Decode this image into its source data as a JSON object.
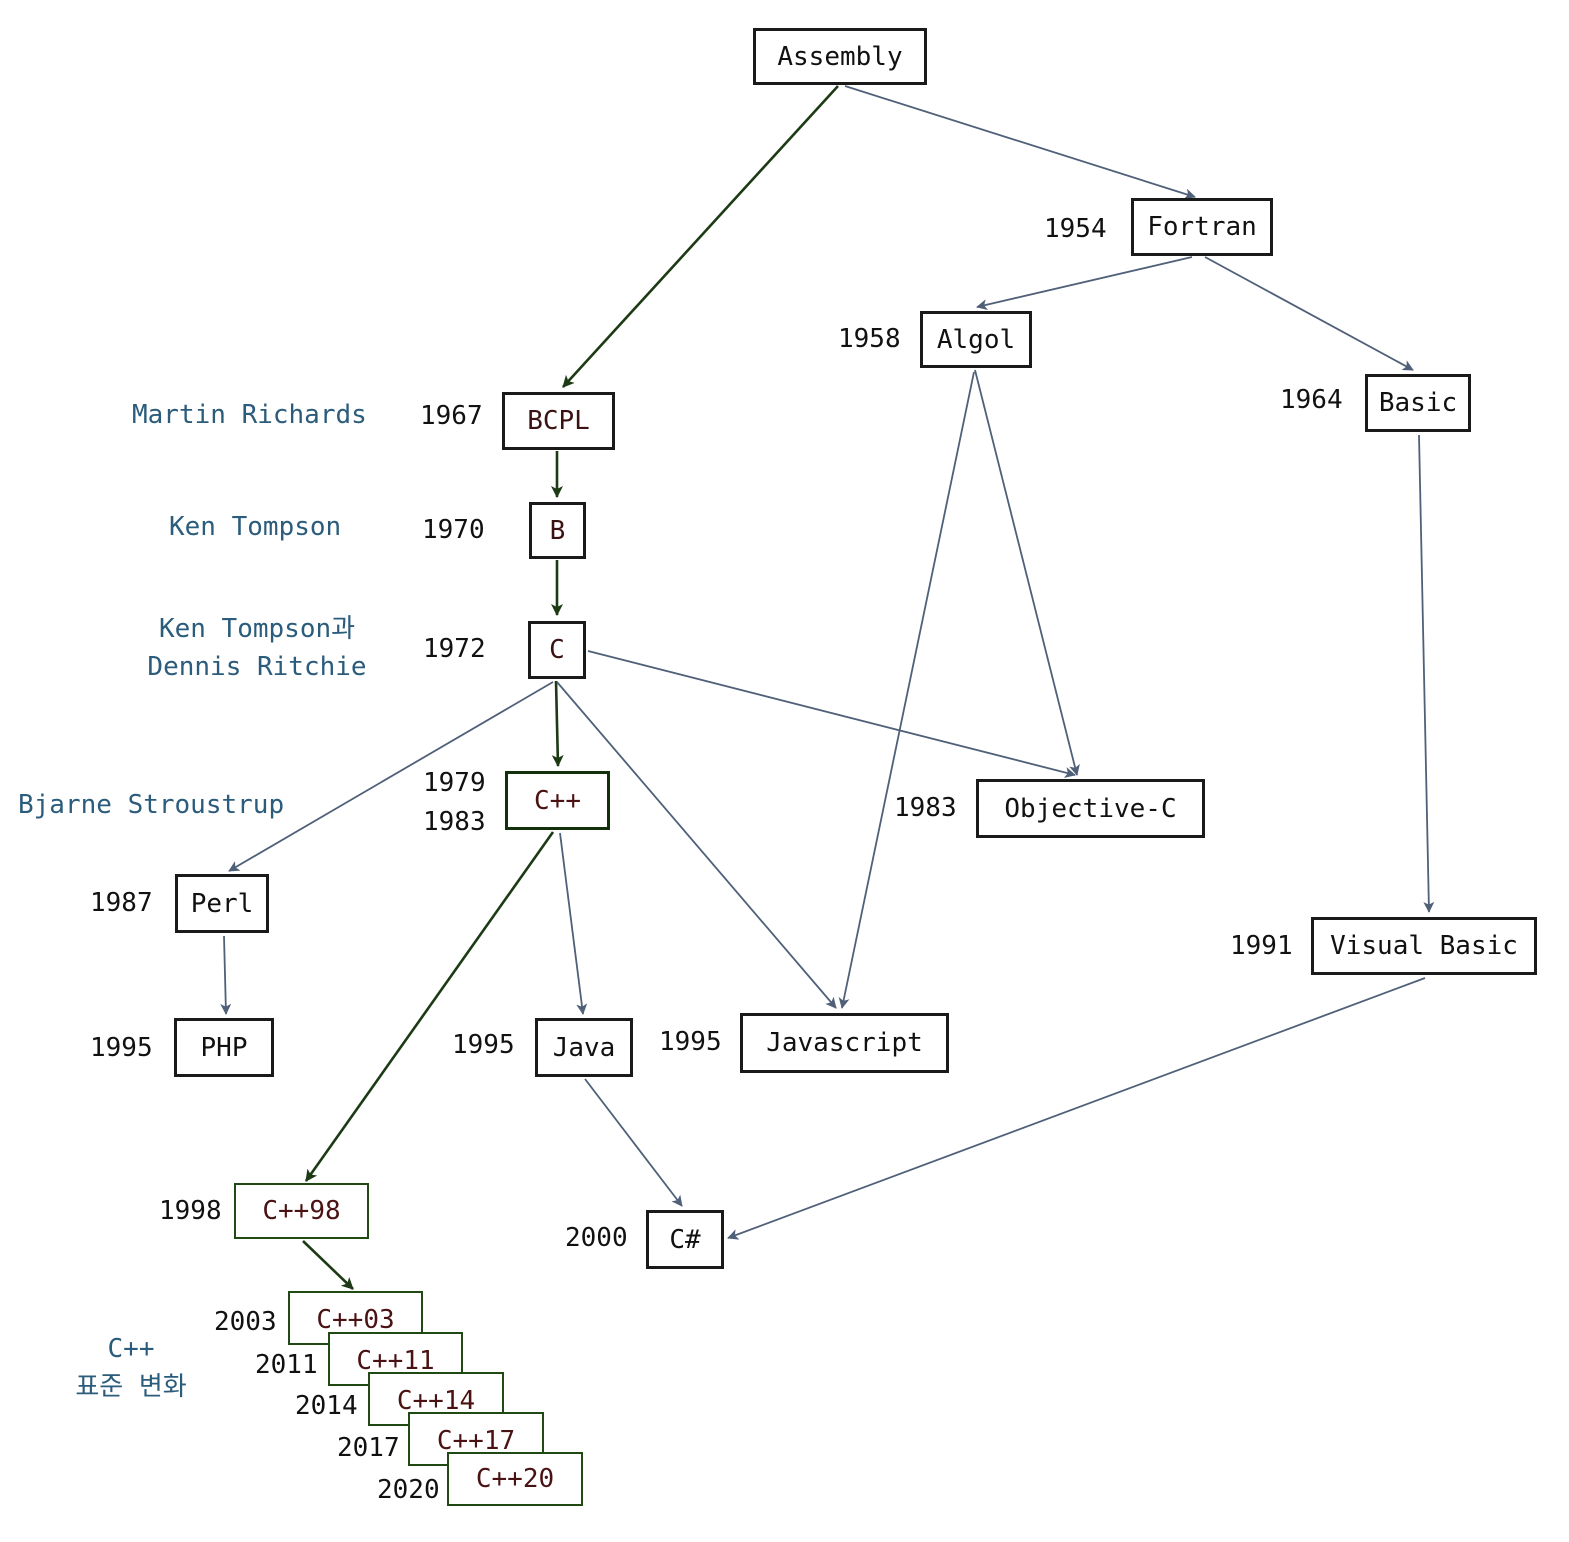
{
  "nodes": {
    "assembly": "Assembly",
    "fortran": "Fortran",
    "algol": "Algol",
    "basic": "Basic",
    "bcpl": "BCPL",
    "b": "B",
    "c": "C",
    "cpp": "C++",
    "objective_c": "Objective-C",
    "perl": "Perl",
    "visual_basic": "Visual Basic",
    "php": "PHP",
    "java": "Java",
    "javascript": "Javascript",
    "cpp98": "C++98",
    "csharp": "C#",
    "cpp03": "C++03",
    "cpp11": "C++11",
    "cpp14": "C++14",
    "cpp17": "C++17",
    "cpp20": "C++20"
  },
  "years": {
    "fortran": "1954",
    "algol": "1958",
    "basic": "1964",
    "bcpl": "1967",
    "b": "1970",
    "c": "1972",
    "cpp_first": "1979",
    "cpp_second": "1983",
    "objective_c": "1983",
    "perl": "1987",
    "visual_basic": "1991",
    "php": "1995",
    "java": "1995",
    "javascript": "1995",
    "cpp98": "1998",
    "csharp": "2000",
    "cpp03": "2003",
    "cpp11": "2011",
    "cpp14": "2014",
    "cpp17": "2017",
    "cpp20": "2020"
  },
  "authors": {
    "bcpl": "Martin Richards",
    "b": "Ken Tompson",
    "c_line1": "Ken Tompson과",
    "c_line2": "Dennis Ritchie",
    "cpp": "Bjarne Stroustrup",
    "standards_line1": "C++",
    "standards_line2": "표준 변화"
  },
  "edges": [
    {
      "from": "assembly",
      "to": "bcpl",
      "style": "dark"
    },
    {
      "from": "assembly",
      "to": "fortran",
      "style": "light"
    },
    {
      "from": "fortran",
      "to": "algol",
      "style": "light"
    },
    {
      "from": "fortran",
      "to": "basic",
      "style": "light"
    },
    {
      "from": "bcpl",
      "to": "b",
      "style": "dark"
    },
    {
      "from": "b",
      "to": "c",
      "style": "dark"
    },
    {
      "from": "c",
      "to": "cpp",
      "style": "dark"
    },
    {
      "from": "c",
      "to": "perl",
      "style": "light"
    },
    {
      "from": "c",
      "to": "javascript",
      "style": "light"
    },
    {
      "from": "c",
      "to": "objective_c",
      "style": "light"
    },
    {
      "from": "algol",
      "to": "objective_c",
      "style": "light"
    },
    {
      "from": "algol",
      "to": "javascript",
      "style": "light"
    },
    {
      "from": "basic",
      "to": "visual_basic",
      "style": "light"
    },
    {
      "from": "perl",
      "to": "php",
      "style": "light"
    },
    {
      "from": "cpp",
      "to": "java",
      "style": "light"
    },
    {
      "from": "cpp",
      "to": "cpp98",
      "style": "dark"
    },
    {
      "from": "java",
      "to": "csharp",
      "style": "light"
    },
    {
      "from": "visual_basic",
      "to": "csharp",
      "style": "light"
    },
    {
      "from": "cpp98",
      "to": "cpp03",
      "style": "dark"
    }
  ],
  "colors": {
    "dark_edge": "#1c3a14",
    "light_edge": "#4f6078",
    "author_text": "#2b5c7c"
  }
}
